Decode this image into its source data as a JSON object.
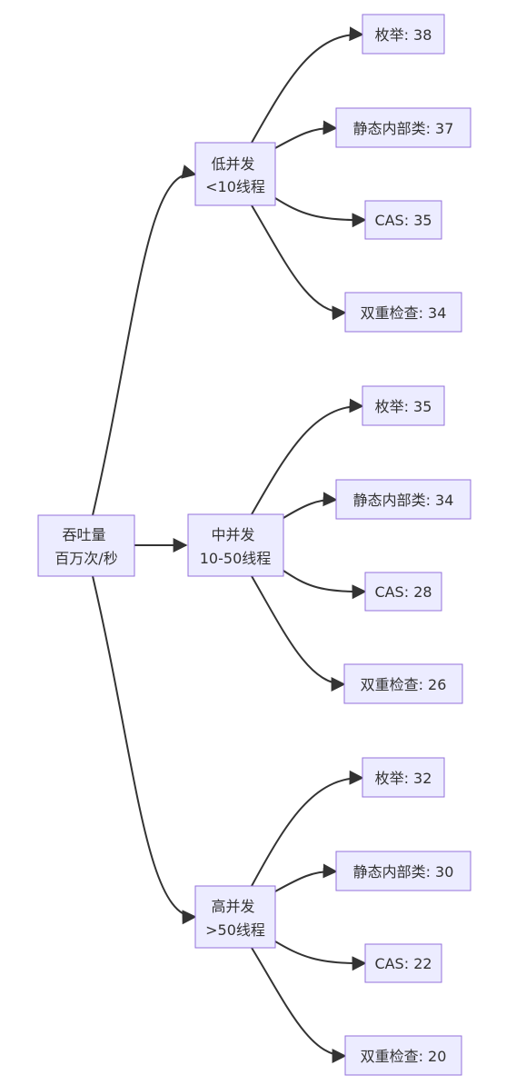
{
  "root": {
    "line1": "吞吐量",
    "line2": "百万次/秒"
  },
  "groups": [
    {
      "line1": "低并发",
      "line2": "<10线程",
      "leaves": [
        {
          "label": "枚举: 38"
        },
        {
          "label": "静态内部类: 37"
        },
        {
          "label": "CAS: 35"
        },
        {
          "label": "双重检查: 34"
        }
      ]
    },
    {
      "line1": "中并发",
      "line2": "10-50线程",
      "leaves": [
        {
          "label": "枚举: 35"
        },
        {
          "label": "静态内部类: 34"
        },
        {
          "label": "CAS: 28"
        },
        {
          "label": "双重检查: 26"
        }
      ]
    },
    {
      "line1": "高并发",
      "line2": ">50线程",
      "leaves": [
        {
          "label": "枚举: 32"
        },
        {
          "label": "静态内部类: 30"
        },
        {
          "label": "CAS: 22"
        },
        {
          "label": "双重检查: 20"
        }
      ]
    }
  ],
  "colors": {
    "node_fill": "#ECECFF",
    "node_stroke": "#9370DB",
    "edge": "#333333",
    "text": "#333333"
  }
}
